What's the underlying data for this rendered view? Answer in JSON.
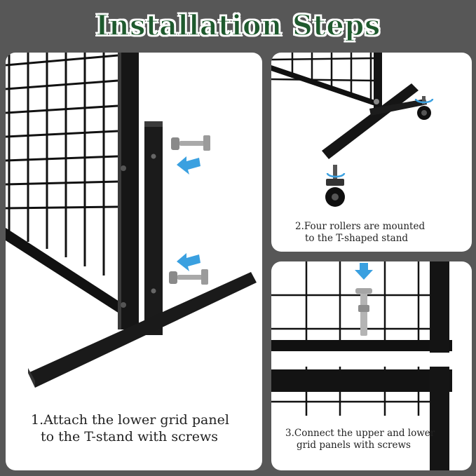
{
  "title": "Installation Steps",
  "colors": {
    "background": "#575757",
    "title_fill": "#1f5a2e",
    "frame": "#111111",
    "arrow": "#3aa0e0"
  },
  "steps": [
    {
      "line1": "1.Attach the lower grid panel",
      "line2": "to the T-stand with screws"
    },
    {
      "line1": "2.Four rollers are mounted",
      "line2": "to the T-shaped stand"
    },
    {
      "line1": "3.Connect the upper and lower",
      "line2": "grid panels with screws"
    }
  ]
}
